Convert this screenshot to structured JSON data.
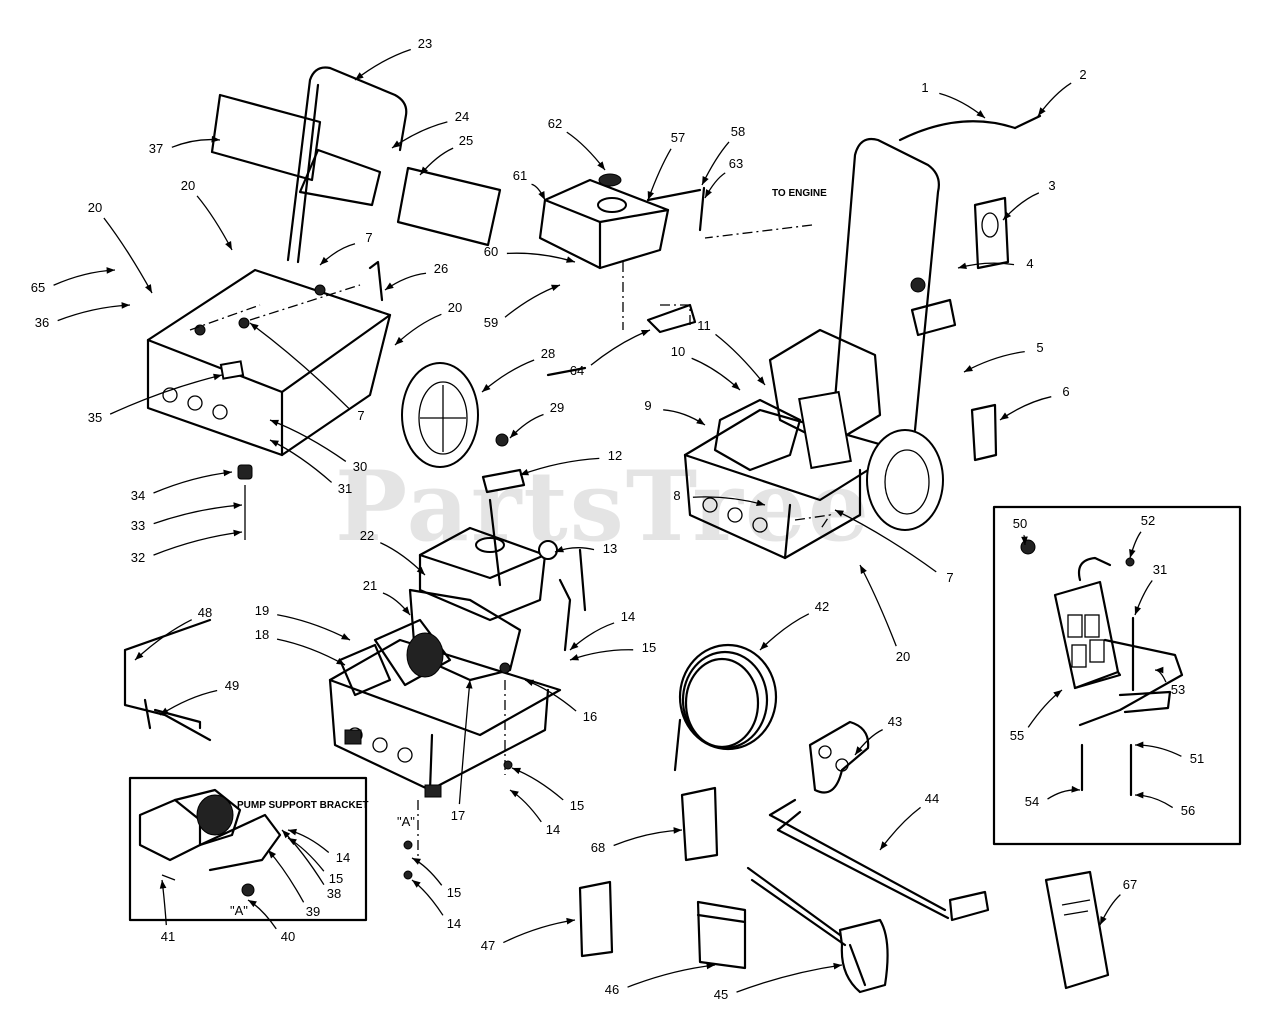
{
  "watermark": "PartsTree",
  "inset_title": "PUMP SUPPORT BRACKET",
  "to_engine": "TO ENGINE",
  "view_a_main": "\"A\"",
  "view_a_inset": "\"A\"",
  "callouts": [
    "1",
    "2",
    "3",
    "4",
    "5",
    "6",
    "7",
    "7",
    "7",
    "8",
    "9",
    "10",
    "11",
    "12",
    "13",
    "14",
    "14",
    "14",
    "14",
    "15",
    "15",
    "15",
    "15",
    "16",
    "17",
    "18",
    "19",
    "20",
    "20",
    "20",
    "20",
    "21",
    "22",
    "23",
    "24",
    "25",
    "26",
    "28",
    "29",
    "30",
    "31",
    "31",
    "32",
    "33",
    "34",
    "35",
    "36",
    "37",
    "38",
    "39",
    "40",
    "41",
    "42",
    "43",
    "44",
    "45",
    "46",
    "47",
    "48",
    "49",
    "50",
    "51",
    "52",
    "53",
    "54",
    "55",
    "56",
    "57",
    "58",
    "59",
    "60",
    "61",
    "62",
    "63",
    "64",
    "65",
    "67",
    "68"
  ]
}
